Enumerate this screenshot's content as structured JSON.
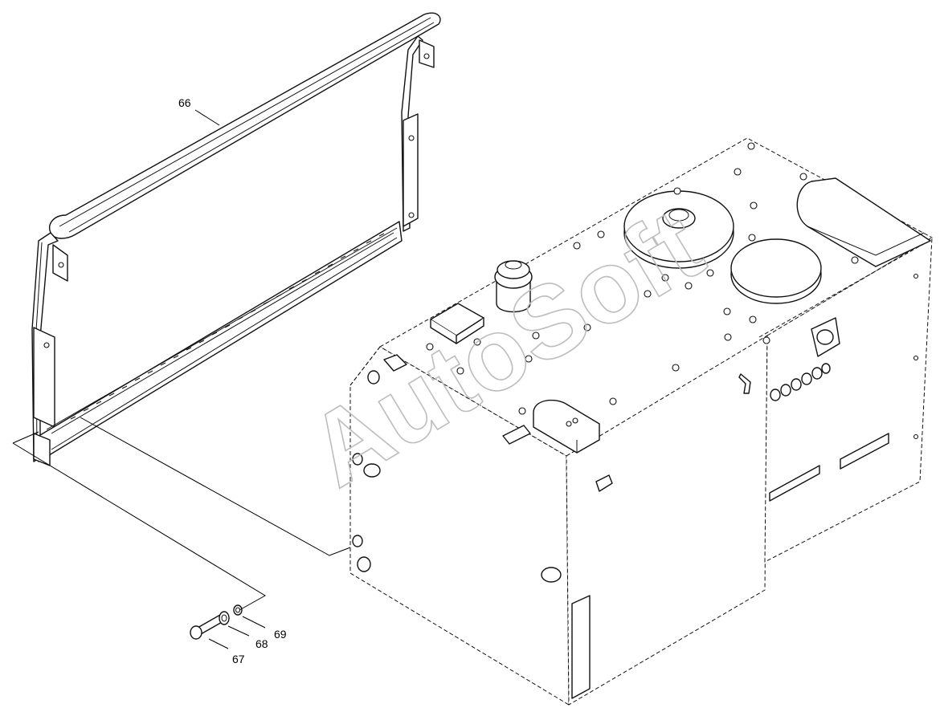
{
  "callouts": {
    "p66": "66",
    "p67": "67",
    "p68": "68",
    "p69": "69"
  },
  "watermark": "AutoSoft",
  "colors": {
    "line": "#111111",
    "background": "#ffffff",
    "watermark": "#bdbdbd"
  }
}
